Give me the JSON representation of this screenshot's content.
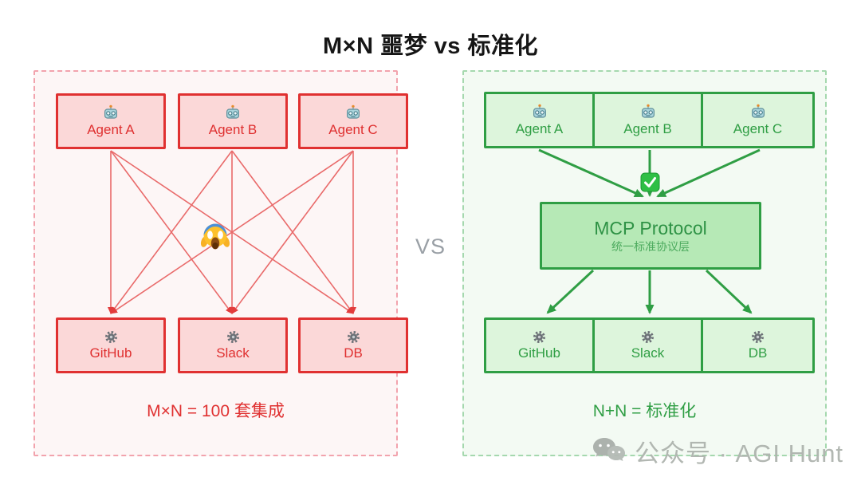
{
  "title": "M×N 噩梦 vs 标准化",
  "comparison": {
    "vs_label": "VS"
  },
  "left_panel": {
    "name": "M×N integration nightmare",
    "agents": [
      {
        "label": "Agent A",
        "icon": "robot-icon"
      },
      {
        "label": "Agent B",
        "icon": "robot-icon"
      },
      {
        "label": "Agent C",
        "icon": "robot-icon"
      }
    ],
    "services": [
      {
        "label": "GitHub",
        "icon": "gear-icon"
      },
      {
        "label": "Slack",
        "icon": "gear-icon"
      },
      {
        "label": "DB",
        "icon": "gear-icon"
      }
    ],
    "chaos_icon": "scream-face-emoji",
    "caption": "M×N = 100 套集成",
    "colors": {
      "box_border": "#e03131",
      "box_fill": "#fbd8d8",
      "text": "#df3030",
      "line": "#e96a6a",
      "panel_border": "#f2a3ad",
      "panel_fill": "#fdf6f6"
    }
  },
  "right_panel": {
    "name": "MCP standardization",
    "agents": [
      {
        "label": "Agent A",
        "icon": "robot-icon"
      },
      {
        "label": "Agent B",
        "icon": "robot-icon"
      },
      {
        "label": "Agent C",
        "icon": "robot-icon"
      }
    ],
    "protocol": {
      "title": "MCP Protocol",
      "subtitle": "统一标准协议层",
      "status_icon": "check-mark-emoji"
    },
    "services": [
      {
        "label": "GitHub",
        "icon": "gear-icon"
      },
      {
        "label": "Slack",
        "icon": "gear-icon"
      },
      {
        "label": "DB",
        "icon": "gear-icon"
      }
    ],
    "caption": "N+N = 标准化",
    "colors": {
      "box_border": "#2f9e44",
      "box_fill": "#ddf5dc",
      "protocol_fill": "#b6e9b6",
      "line": "#2f9e44",
      "panel_border": "#a5d8ae",
      "panel_fill": "#f3faf3"
    }
  },
  "watermark": {
    "icon": "wechat-chat-icon",
    "text": "公众号 · AGI Hunt"
  }
}
